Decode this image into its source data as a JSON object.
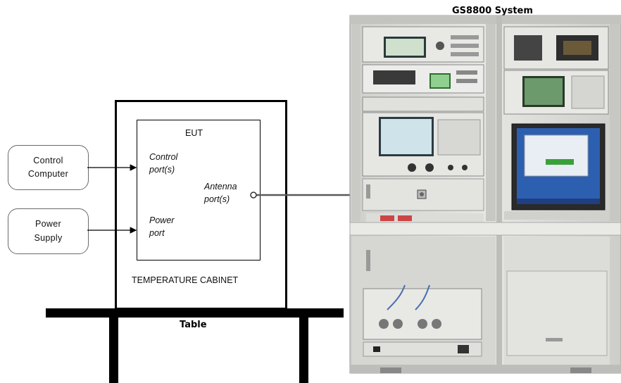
{
  "diagram": {
    "system_title": "GS8800 System",
    "boxes": {
      "control_computer": "Control\nComputer",
      "power_supply": "Power\nSupply"
    },
    "eut": {
      "title": "EUT",
      "control_port": "Control\nport(s)",
      "antenna_port": "Antenna\nport(s)",
      "power_port": "Power\nport"
    },
    "cabinet_label": "TEMPERATURE CABINET",
    "table_label": "Table"
  },
  "colors": {
    "line": "#000000",
    "box_border": "#6a6a6a",
    "cable": "#555555",
    "rack": "#d9d9d6"
  }
}
